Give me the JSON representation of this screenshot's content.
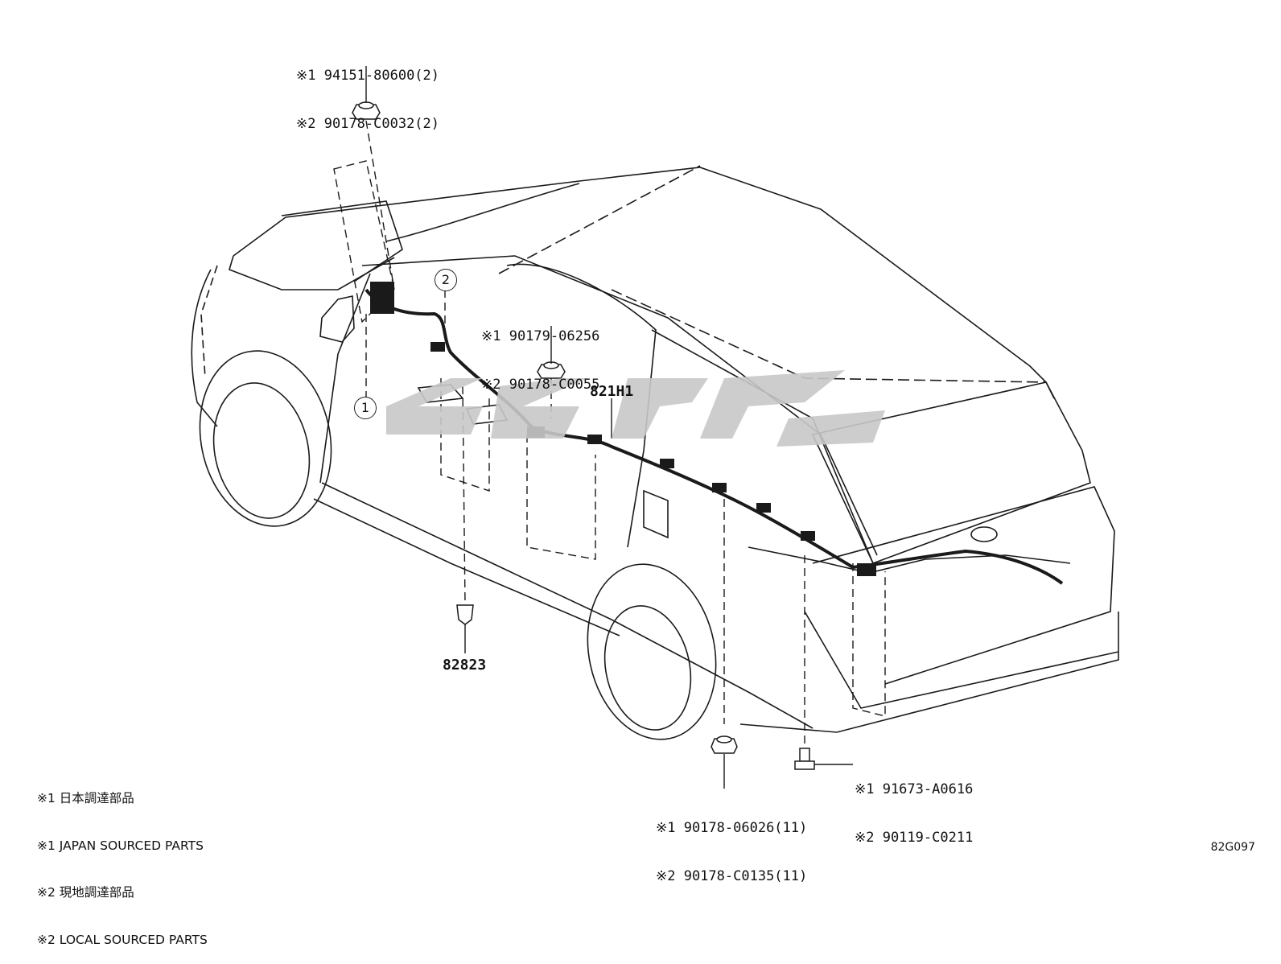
{
  "part_groups": [
    {
      "line1": "※1 94151-80600(2)",
      "line2": "※2 90178-C0032(2)"
    },
    {
      "line1": "※1 90179-06256",
      "line2": "※2 90178-C0055"
    },
    {
      "line1": "※1 91673-A0616",
      "line2": "※2 90119-C0211"
    },
    {
      "line1": "※1 90178-06026(11)",
      "line2": "※2 90178-C0135(11)"
    }
  ],
  "part_numbers": {
    "harness": "821H1",
    "clamp": "82823"
  },
  "callouts": [
    "1",
    "2"
  ],
  "legend": [
    "※1 日本調達部品",
    "※1 JAPAN SOURCED PARTS",
    "※2 現地調達部品",
    "※2 LOCAL SOURCED PARTS"
  ],
  "figure_id": "82G097",
  "colors": {
    "line": "#1a1a1a",
    "watermark": "#c8c8c8"
  }
}
